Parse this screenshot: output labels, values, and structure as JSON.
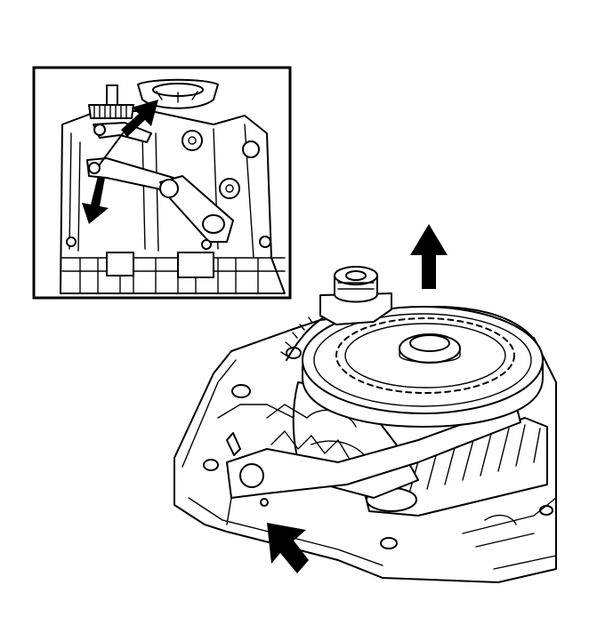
{
  "figure": {
    "inset": {
      "arrows": [
        "arrow-up-right",
        "arrow-down"
      ]
    },
    "main": {
      "arrows": [
        "arrow-up",
        "arrow-up-left"
      ]
    },
    "colors": {
      "ink": "#000000",
      "paper": "#ffffff"
    }
  }
}
